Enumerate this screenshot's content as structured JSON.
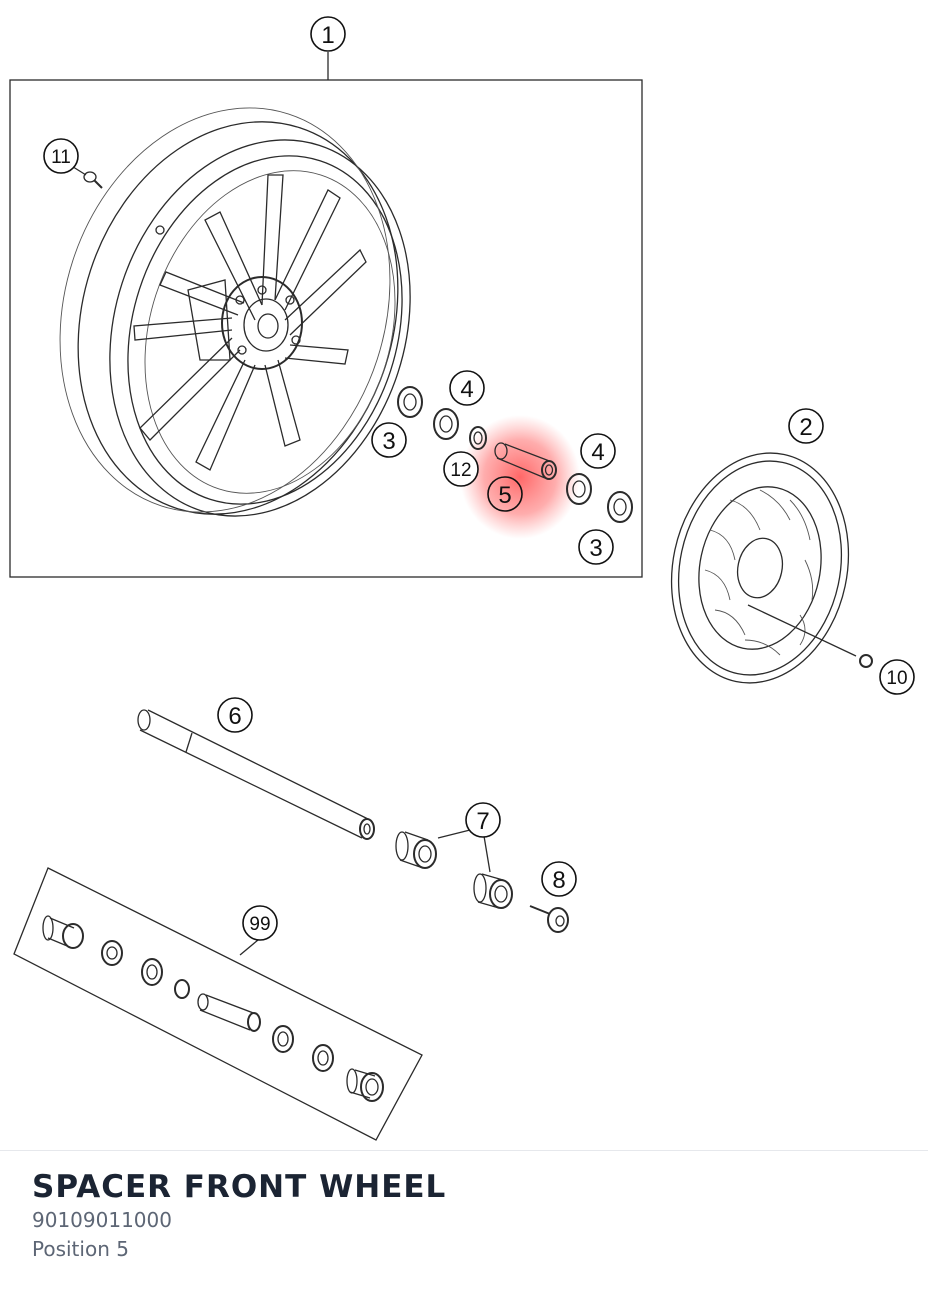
{
  "callouts": {
    "c1": "1",
    "c2": "2",
    "c3a": "3",
    "c3b": "3",
    "c4a": "4",
    "c4b": "4",
    "c5": "5",
    "c6": "6",
    "c7": "7",
    "c8": "8",
    "c10": "10",
    "c11": "11",
    "c12": "12",
    "c99": "99"
  },
  "highlight": {
    "position": "5",
    "color": "#ff4d4d"
  },
  "part": {
    "name": "SPACER FRONT WHEEL",
    "number": "90109011000",
    "position_label": "Position 5"
  }
}
